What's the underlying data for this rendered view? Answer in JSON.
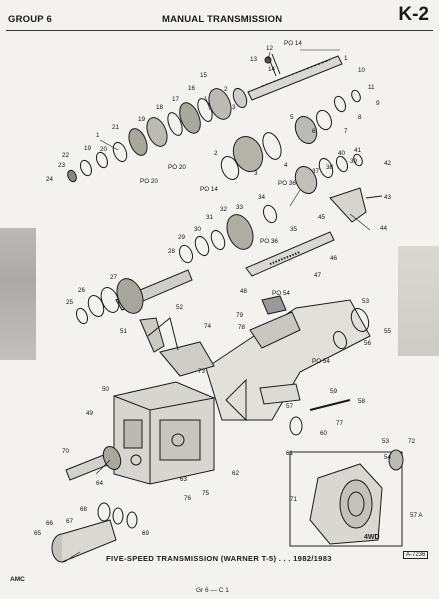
{
  "header": {
    "group": "GROUP 6",
    "title": "MANUAL TRANSMISSION",
    "code": "K-2"
  },
  "caption": "FIVE-SPEED TRANSMISSION (WARNER T-5) . . . 1982/1983",
  "figure_code": "A-7236",
  "inset_label": "4WD",
  "footer": {
    "left": "AMC",
    "center": "Gr 6 — C 1"
  },
  "callouts": {
    "po14_top": "PO 14",
    "c1_top": "1",
    "c10": "10",
    "c12": "12",
    "c13": "13",
    "c14": "14",
    "c15": "15",
    "c16": "16",
    "c17": "17",
    "c18": "18",
    "c19a": "19",
    "c2a": "2",
    "c3a": "3",
    "c5": "5",
    "c6": "6",
    "c7": "7",
    "c8": "8",
    "c9": "9",
    "c11": "11",
    "c21": "21",
    "c1b": "1",
    "c19b": "19",
    "c20": "20",
    "c22": "22",
    "c23": "23",
    "c24": "24",
    "po20a": "PO 20",
    "po20b": "PO 20",
    "c2b": "2",
    "c3b": "3",
    "c4": "4",
    "po14b": "PO 14",
    "po36a": "PO 36",
    "c37": "37",
    "c38": "38",
    "c39": "39",
    "c40": "40",
    "c41": "41",
    "c42": "42",
    "c43": "43",
    "c34": "34",
    "c33": "33",
    "c32": "32",
    "c31": "31",
    "c30": "30",
    "c29": "29",
    "c28": "28",
    "po36b": "PO 36",
    "c35": "35",
    "c44": "44",
    "c45": "45",
    "c46": "46",
    "c47": "47",
    "c48": "48",
    "c27": "27",
    "c26": "26",
    "c25": "25",
    "po54a": "PO 54",
    "c51": "51",
    "c52": "52",
    "c79": "79",
    "c78": "78",
    "c74": "74",
    "c73": "73",
    "c53": "53",
    "c55": "55",
    "c56": "56",
    "po54b": "PO 54",
    "c50": "50",
    "c49": "49",
    "c59": "59",
    "c58": "58",
    "c57": "57",
    "c60": "60",
    "c77": "77",
    "c61": "61",
    "c62": "62",
    "c63": "63",
    "c75": "75",
    "c76": "76",
    "c70": "70",
    "c64": "64",
    "c66": "66",
    "c65": "65",
    "c67": "67",
    "c68": "68",
    "c69": "69",
    "c71": "71",
    "c53b": "53",
    "c72": "72",
    "c54": "54",
    "c57a": "57 A"
  }
}
